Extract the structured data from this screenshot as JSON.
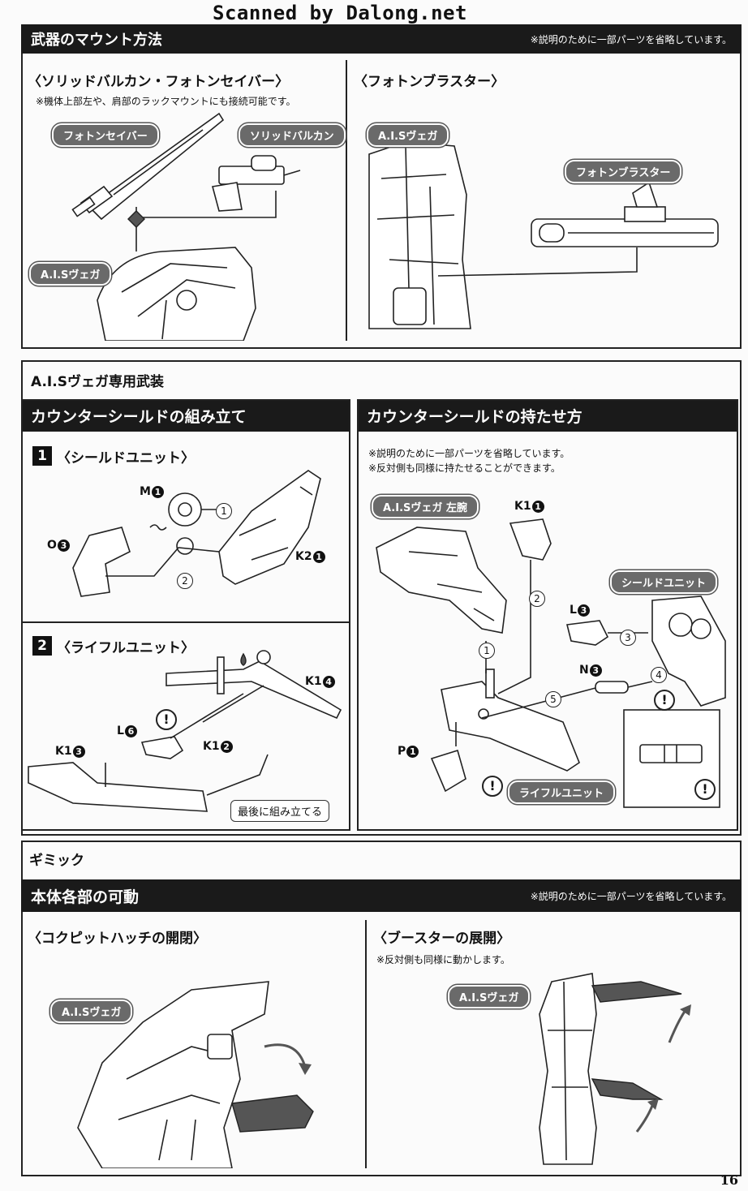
{
  "watermark": "Scanned by Dalong.net",
  "page_number": "16",
  "section1": {
    "title": "武器のマウント方法",
    "note": "※説明のために一部パーツを省略しています。",
    "left": {
      "heading": "〈ソリッドバルカン・フォトンセイバー〉",
      "note": "※機体上部左や、肩部のラックマウントにも接続可能です。",
      "labels": {
        "saber": "フォトンセイバー",
        "vulcan": "ソリッドバルカン",
        "vega": "A.I.Sヴェガ"
      }
    },
    "right": {
      "heading": "〈フォトンブラスター〉",
      "labels": {
        "vega": "A.I.Sヴェガ",
        "blaster": "フォトンブラスター"
      }
    }
  },
  "section2": {
    "title": "A.I.Sヴェガ専用武装",
    "assembly": {
      "title": "カウンターシールドの組み立て",
      "step1": {
        "number": "1",
        "heading": "〈シールドユニット〉",
        "parts": {
          "m": "M",
          "m_num": "1",
          "o": "O",
          "o_num": "3",
          "k2": "K2",
          "k2_num": "1"
        },
        "steps": {
          "s1": "1",
          "s2": "2"
        }
      },
      "step2": {
        "number": "2",
        "heading": "〈ライフルユニット〉",
        "parts": {
          "k1a": "K1",
          "k1a_num": "4",
          "l": "L",
          "l_num": "6",
          "k1b": "K1",
          "k1b_num": "2",
          "k1c": "K1",
          "k1c_num": "3"
        },
        "bubble": "最後に組み立てる"
      }
    },
    "holding": {
      "title": "カウンターシールドの持たせ方",
      "notes": [
        "※説明のために一部パーツを省略しています。",
        "※反対側も同様に持たせることができます。"
      ],
      "labels": {
        "arm": "A.I.Sヴェガ 左腕",
        "shield": "シールドユニット",
        "rifle": "ライフルユニット"
      },
      "parts": {
        "k1": "K1",
        "k1_num": "1",
        "l": "L",
        "l_num": "3",
        "n": "N",
        "n_num": "3",
        "p": "P",
        "p_num": "1"
      },
      "steps": {
        "s1": "1",
        "s2": "2",
        "s3": "3",
        "s4": "4",
        "s5": "5"
      }
    }
  },
  "section3": {
    "title": "ギミック",
    "subtitle": "本体各部の可動",
    "note": "※説明のために一部パーツを省略しています。",
    "left": {
      "heading": "〈コクピットハッチの開閉〉",
      "label": "A.I.Sヴェガ"
    },
    "right": {
      "heading": "〈ブースターの展開〉",
      "note": "※反対側も同様に動かします。",
      "label": "A.I.Sヴェガ"
    }
  }
}
